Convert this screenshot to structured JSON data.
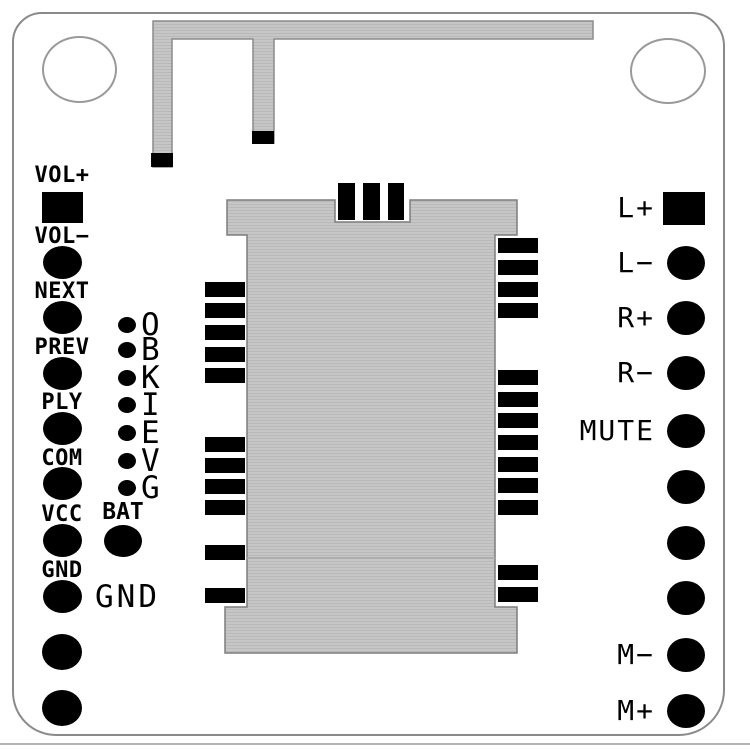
{
  "diagram": {
    "title": "bluetooth-audio-module-pcb-pinout",
    "colors": {
      "pad": "#000000",
      "copper_fill": "#c6c6c6",
      "copper_hatch": "#b9b9b9",
      "outline": "#8a8a8a",
      "background": "#ffffff"
    },
    "left_pins": [
      {
        "label": "VOL+",
        "pad": "square"
      },
      {
        "label": "VOL−",
        "pad": "round"
      },
      {
        "label": "NEXT",
        "pad": "round"
      },
      {
        "label": "PREV",
        "pad": "round"
      },
      {
        "label": "PLY",
        "pad": "round"
      },
      {
        "label": "COM",
        "pad": "round"
      },
      {
        "label": "VCC",
        "pad": "round"
      },
      {
        "label": "GND",
        "pad": "round"
      },
      {
        "label": "",
        "pad": "round"
      },
      {
        "label": "",
        "pad": "round"
      }
    ],
    "inner_pins": [
      {
        "label": "O"
      },
      {
        "label": "B"
      },
      {
        "label": "K"
      },
      {
        "label": "I"
      },
      {
        "label": "E"
      },
      {
        "label": "V"
      },
      {
        "label": "G"
      }
    ],
    "bat_pin": {
      "label": "BAT",
      "pad": "round"
    },
    "inner_gnd_label": "GND",
    "right_pins": [
      {
        "label": "L+",
        "pad": "square"
      },
      {
        "label": "L−",
        "pad": "round"
      },
      {
        "label": "R+",
        "pad": "round"
      },
      {
        "label": "R−",
        "pad": "round"
      },
      {
        "label": "MUTE",
        "pad": "round"
      },
      {
        "label": "",
        "pad": "round"
      },
      {
        "label": "",
        "pad": "round"
      },
      {
        "label": "",
        "pad": "round"
      },
      {
        "label": "M−",
        "pad": "round"
      },
      {
        "label": "M+",
        "pad": "round"
      }
    ]
  }
}
